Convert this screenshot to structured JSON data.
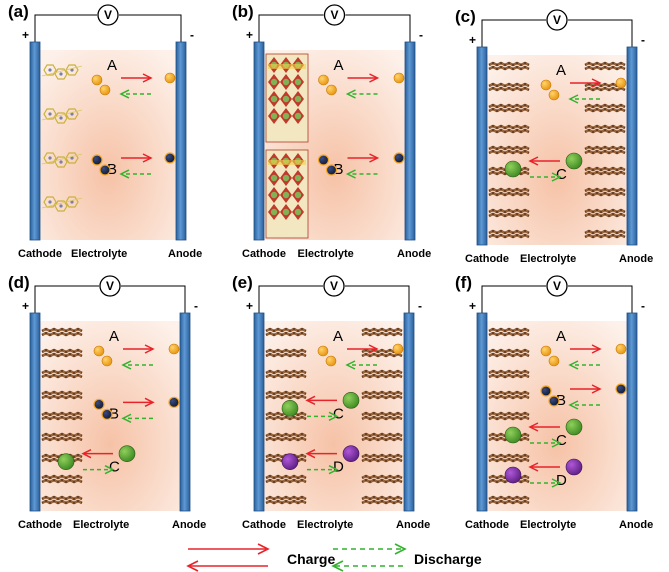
{
  "legend": {
    "charge_label": "Charge",
    "discharge_label": "Discharge",
    "charge_color": "#e8232a",
    "discharge_color": "#33b22f"
  },
  "colors": {
    "electrode": "#3d7fc4",
    "ion_a": "#f5a623",
    "ion_b": "#1e2d55",
    "ion_c": "#5fa83a",
    "ion_d": "#7b2fa0",
    "electrolyte_center": "#f6c2a6",
    "electrolyte_edge": "#fdf1ea"
  },
  "panels": [
    {
      "id": "a",
      "label": "(a)",
      "volt": "V",
      "plus": "+",
      "minus": "-",
      "cathode": "Cathode",
      "electrolyte": "Electrolyte",
      "anode": "Anode",
      "cathode_material": "molecular-crystal",
      "anode_material": "none",
      "ions": [
        {
          "label": "A",
          "type": "A"
        },
        {
          "label": "B",
          "type": "B"
        }
      ]
    },
    {
      "id": "b",
      "label": "(b)",
      "volt": "V",
      "plus": "+",
      "minus": "-",
      "cathode": "Cathode",
      "electrolyte": "Electrolyte",
      "anode": "Anode",
      "cathode_material": "framework-crystal",
      "anode_material": "none",
      "ions": [
        {
          "label": "A",
          "type": "A"
        },
        {
          "label": "B",
          "type": "B"
        }
      ]
    },
    {
      "id": "c",
      "label": "(c)",
      "volt": "V",
      "plus": "+",
      "minus": "-",
      "cathode": "Cathode",
      "electrolyte": "Electrolyte",
      "anode": "Anode",
      "cathode_material": "layered",
      "anode_material": "layered",
      "ions": [
        {
          "label": "A",
          "type": "A"
        },
        {
          "label": "C",
          "type": "C"
        }
      ]
    },
    {
      "id": "d",
      "label": "(d)",
      "volt": "V",
      "plus": "+",
      "minus": "-",
      "cathode": "Cathode",
      "electrolyte": "Electrolyte",
      "anode": "Anode",
      "cathode_material": "layered",
      "anode_material": "none",
      "ions": [
        {
          "label": "A",
          "type": "A"
        },
        {
          "label": "B",
          "type": "B"
        },
        {
          "label": "C",
          "type": "C"
        }
      ]
    },
    {
      "id": "e",
      "label": "(e)",
      "volt": "V",
      "plus": "+",
      "minus": "-",
      "cathode": "Cathode",
      "electrolyte": "Electrolyte",
      "anode": "Anode",
      "cathode_material": "layered",
      "anode_material": "layered",
      "ions": [
        {
          "label": "A",
          "type": "A"
        },
        {
          "label": "C",
          "type": "C"
        },
        {
          "label": "D",
          "type": "D"
        }
      ]
    },
    {
      "id": "f",
      "label": "(f)",
      "volt": "V",
      "plus": "+",
      "minus": "-",
      "cathode": "Cathode",
      "electrolyte": "Electrolyte",
      "anode": "Anode",
      "cathode_material": "layered",
      "anode_material": "none",
      "ions": [
        {
          "label": "A",
          "type": "A"
        },
        {
          "label": "B",
          "type": "B"
        },
        {
          "label": "C",
          "type": "C"
        },
        {
          "label": "D",
          "type": "D"
        }
      ]
    }
  ]
}
